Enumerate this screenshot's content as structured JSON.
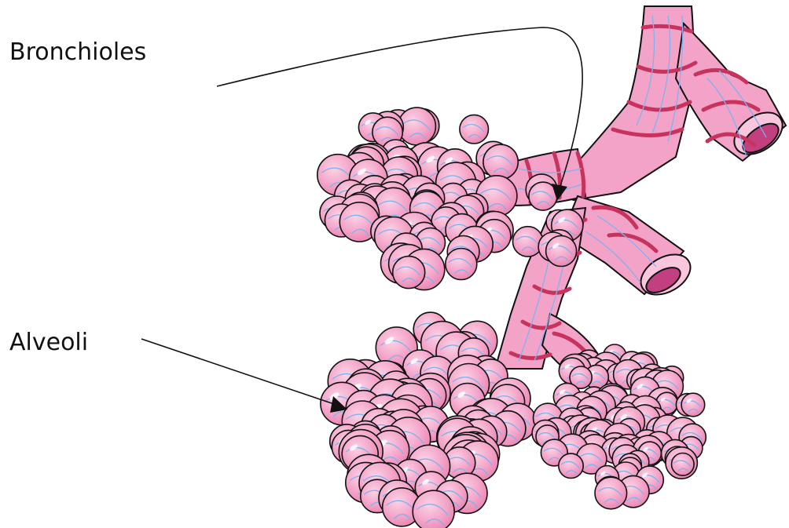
{
  "labels": {
    "bronchioles": "Bronchioles",
    "alveoli": "Alveoli"
  },
  "colors": {
    "tissue_pink": "#f4a3c8",
    "tissue_light": "#f9c6de",
    "tissue_dark": "#d9528f",
    "lumen": "#c2407f",
    "ribbon": "#c8335e",
    "capillary_blue": "#7fb2ee",
    "outline": "#111111",
    "label_text": "#111111"
  },
  "icons": {
    "bronchiole_pointer": "arrow-head",
    "alveoli_pointer": "arrow-head"
  }
}
